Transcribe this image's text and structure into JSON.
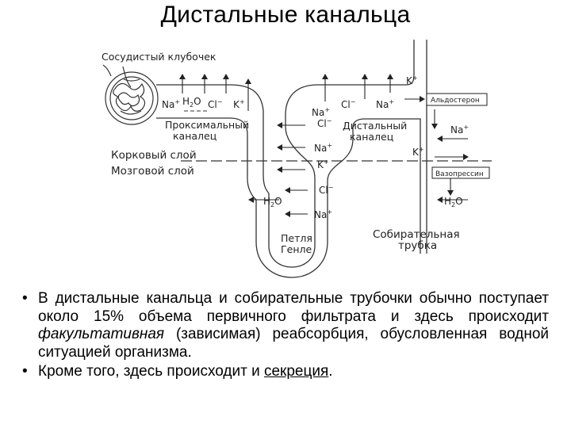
{
  "title": "Дистальные канальца",
  "diagram": {
    "glomerulus_label": "Сосудистый клубочек",
    "proximal_label_1": "Проксимальный",
    "proximal_label_2": "каналец",
    "cortex_label": "Корковый слой",
    "medulla_label": "Мозговой слой",
    "loop_label_1": "Петля",
    "loop_label_2": "Генле",
    "distal_label_1": "Дистальный",
    "distal_label_2": "каналец",
    "collecting_label_1": "Собирательная",
    "collecting_label_2": "трубка",
    "aldosterone_label": "Альдостерон",
    "vasopressin_label": "Вазопрессин",
    "ion_na": "Na",
    "ion_cl": "Cl",
    "ion_k": "K",
    "ion_h": "H",
    "ion_h2o_sub": "2",
    "ion_o": "O",
    "charge_plus": "+",
    "charge_minus": "−"
  },
  "bullets": {
    "b1_part1": "В дистальные канальца и собирательные трубочки обычно поступает около 15% объема первичного фильтрата и здесь происходит ",
    "b1_italic": "факультативная",
    "b1_part2": " (зависимая) реабсорбция, обусловленная водной ситуацией организма.",
    "b2_part1": "Кроме того, здесь происходит и ",
    "b2_underline": "секреция",
    "b2_part2": "."
  }
}
